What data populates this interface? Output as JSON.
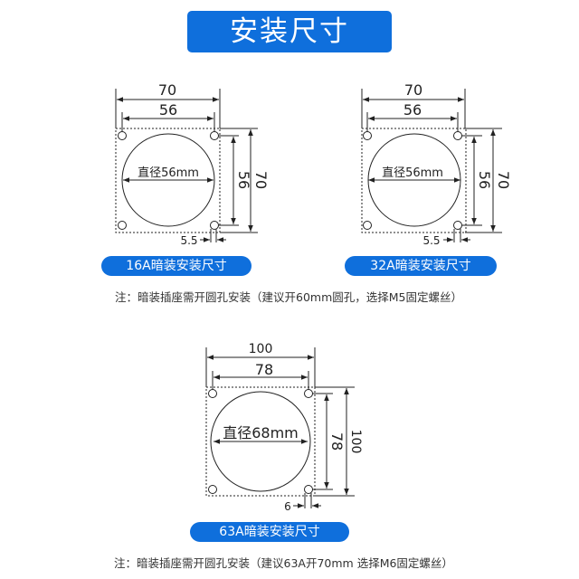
{
  "title": "安装尺寸",
  "colors": {
    "accent": "#0f6fdc",
    "line": "#222222"
  },
  "diagrams": [
    {
      "label": "16A暗装安装尺寸",
      "outer_width": "70",
      "hole_spacing": "56",
      "diameter_label": "直径56mm",
      "vertical_hole_spacing": "56",
      "outer_height": "70",
      "edge_offset": "5.5"
    },
    {
      "label": "32A暗装安装尺寸",
      "outer_width": "70",
      "hole_spacing": "56",
      "diameter_label": "直径56mm",
      "vertical_hole_spacing": "56",
      "outer_height": "70",
      "edge_offset": "5.5"
    },
    {
      "label": "63A暗装安装尺寸",
      "outer_width": "100",
      "hole_spacing": "78",
      "diameter_label": "直径68mm",
      "vertical_hole_spacing": "78",
      "outer_height": "100",
      "edge_offset": "6"
    }
  ],
  "notes": {
    "note1": "注：暗装插座需开圆孔安装（建议开60mm圆孔，选择M5固定螺丝）",
    "note2": "注：暗装插座需开圆孔安装（建议63A开70mm 选择M6固定螺丝）"
  }
}
